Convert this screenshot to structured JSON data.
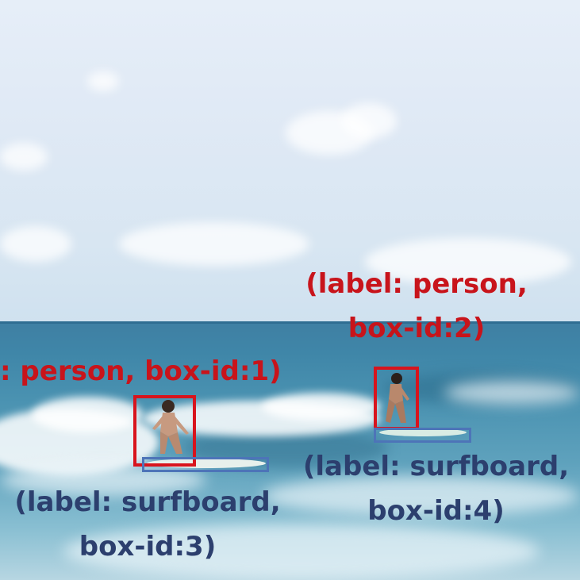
{
  "image": {
    "description_colors": {
      "sky": "#dfe9f5",
      "sea": "#4a92b1",
      "person_box": "#d8141d",
      "surfboard_box": "#4d74b8",
      "person_label": "#c8141b",
      "surfboard_label": "#2c3f6e"
    }
  },
  "annotations": {
    "person_1": {
      "line1": ": person, box-id:1)"
    },
    "person_2": {
      "line1": "(label: person,",
      "line2": "box-id:2)"
    },
    "surfboard_3": {
      "line1": "(label: surfboard,",
      "line2": "box-id:3)"
    },
    "surfboard_4": {
      "line1": "(label: surfboard,",
      "line2": "box-id:4)"
    }
  }
}
